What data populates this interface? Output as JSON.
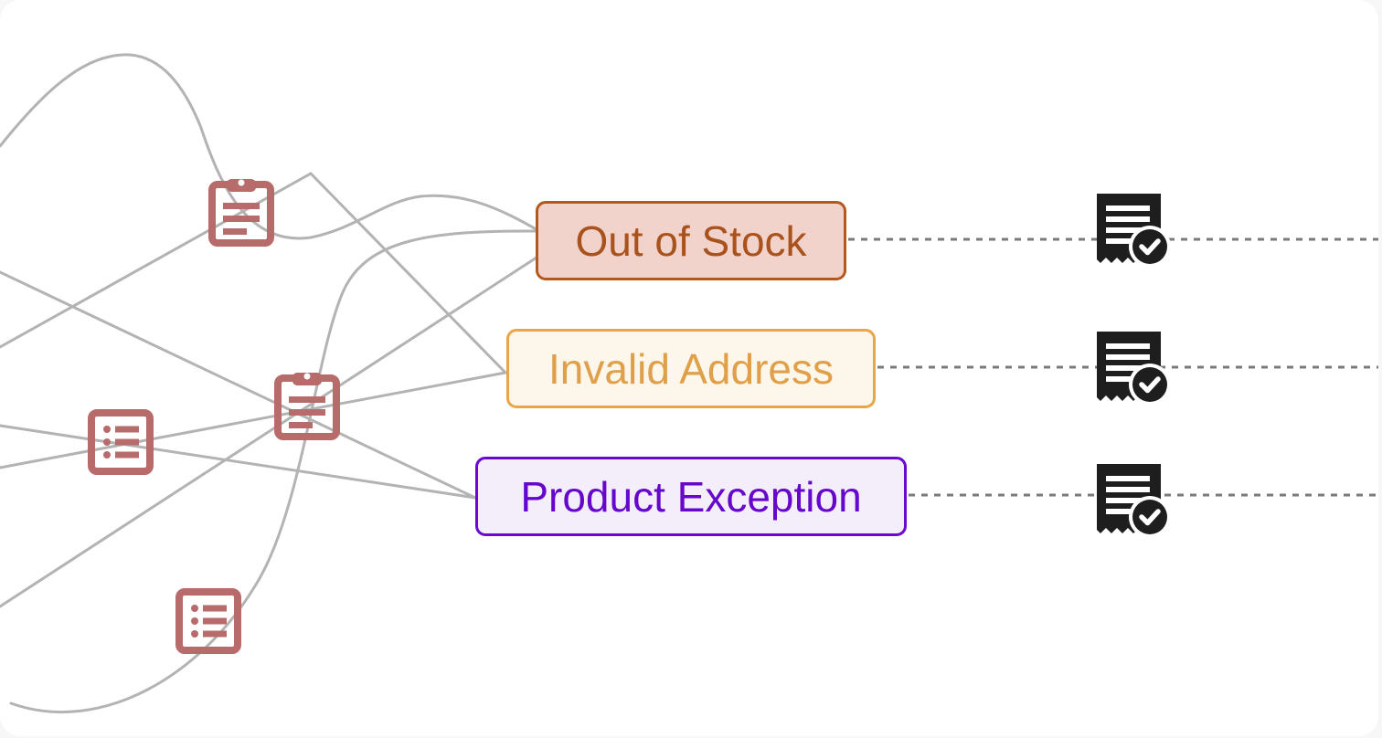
{
  "categories": [
    {
      "id": "out-of-stock",
      "label": "Out of Stock",
      "accent": "#b5581d",
      "fill": "#f2d3cb",
      "text_color": "#a8531e"
    },
    {
      "id": "invalid-address",
      "label": "Invalid Address",
      "accent": "#e7a648",
      "fill": "#fdf6ea",
      "text_color": "#e0a04a"
    },
    {
      "id": "product-exception",
      "label": "Product Exception",
      "accent": "#6a08d0",
      "fill": "#f4eefb",
      "text_color": "#6508cc"
    }
  ],
  "icons": {
    "source_node_icons": [
      "clipboard-icon",
      "clipboard-icon",
      "list-icon",
      "list-icon"
    ],
    "resolution_icon": "receipt-check-icon",
    "source_icon_color": "#b86b6b",
    "resolution_icon_color": "#1e1e1e",
    "line_color": "#b3b3b3",
    "dashed_connector_color": "#7a7a7a"
  }
}
